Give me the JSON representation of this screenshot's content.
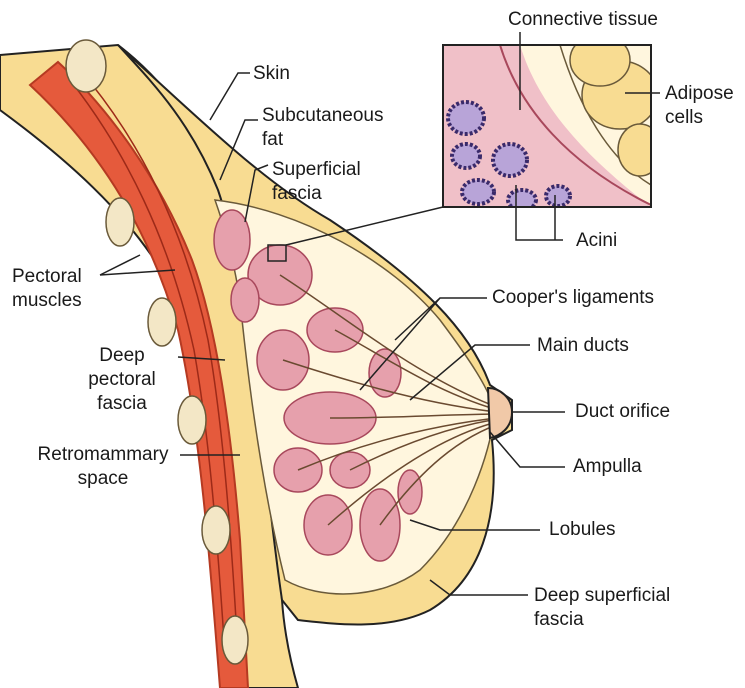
{
  "labels": {
    "connective_tissue": "Connective tissue",
    "adipose_cells": [
      "Adipose",
      "cells"
    ],
    "skin": "Skin",
    "subcutaneous_fat": [
      "Subcutaneous",
      "fat"
    ],
    "superficial_fascia": [
      "Superficial",
      "fascia"
    ],
    "acini": "Acini",
    "pectoral_muscles": [
      "Pectoral",
      "muscles"
    ],
    "coopers_ligaments": "Cooper's ligaments",
    "main_ducts": "Main ducts",
    "deep_pectoral_fascia": [
      "Deep",
      "pectoral",
      "fascia"
    ],
    "duct_orifice": "Duct orifice",
    "retromammary_space": [
      "Retromammary",
      "space"
    ],
    "ampulla": "Ampulla",
    "lobules": "Lobules",
    "deep_superficial_fascia": [
      "Deep superficial",
      "fascia"
    ]
  },
  "colors": {
    "fat": "#f8dc92",
    "fat_dark": "#e8b85a",
    "muscle": "#e55a3c",
    "muscle_dark": "#b53a22",
    "lobule": "#e6a0ac",
    "lobule_dark": "#a8485c",
    "acinus": "#b8a4d8",
    "gland_bg": "#fff6de",
    "inset_pink": "#f0c0c8",
    "line": "#222222"
  }
}
